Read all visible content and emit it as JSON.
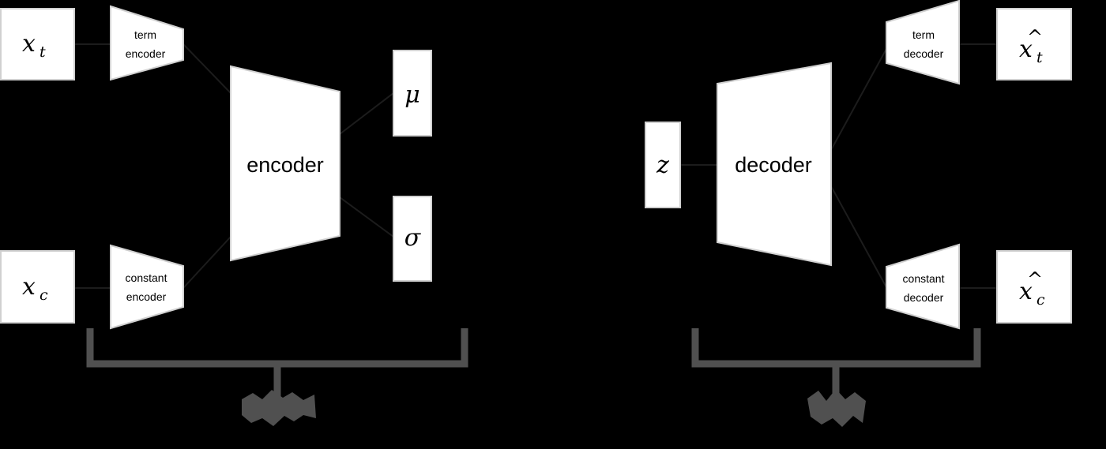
{
  "inputs": {
    "x_t": {
      "base": "x",
      "sub": "t"
    },
    "x_c": {
      "base": "x",
      "sub": "c"
    }
  },
  "outputs": {
    "x_hat_t": {
      "hat": "^",
      "base": "x",
      "sub": "t"
    },
    "x_hat_c": {
      "hat": "^",
      "base": "x",
      "sub": "c"
    }
  },
  "blocks": {
    "term_encoder": [
      "term",
      "encoder"
    ],
    "constant_encoder": [
      "constant",
      "encoder"
    ],
    "encoder": "encoder",
    "decoder": "decoder",
    "term_decoder": [
      "term",
      "decoder"
    ],
    "constant_decoder": [
      "constant",
      "decoder"
    ]
  },
  "latent": {
    "mu": "μ",
    "sigma": "σ",
    "z": "z"
  }
}
